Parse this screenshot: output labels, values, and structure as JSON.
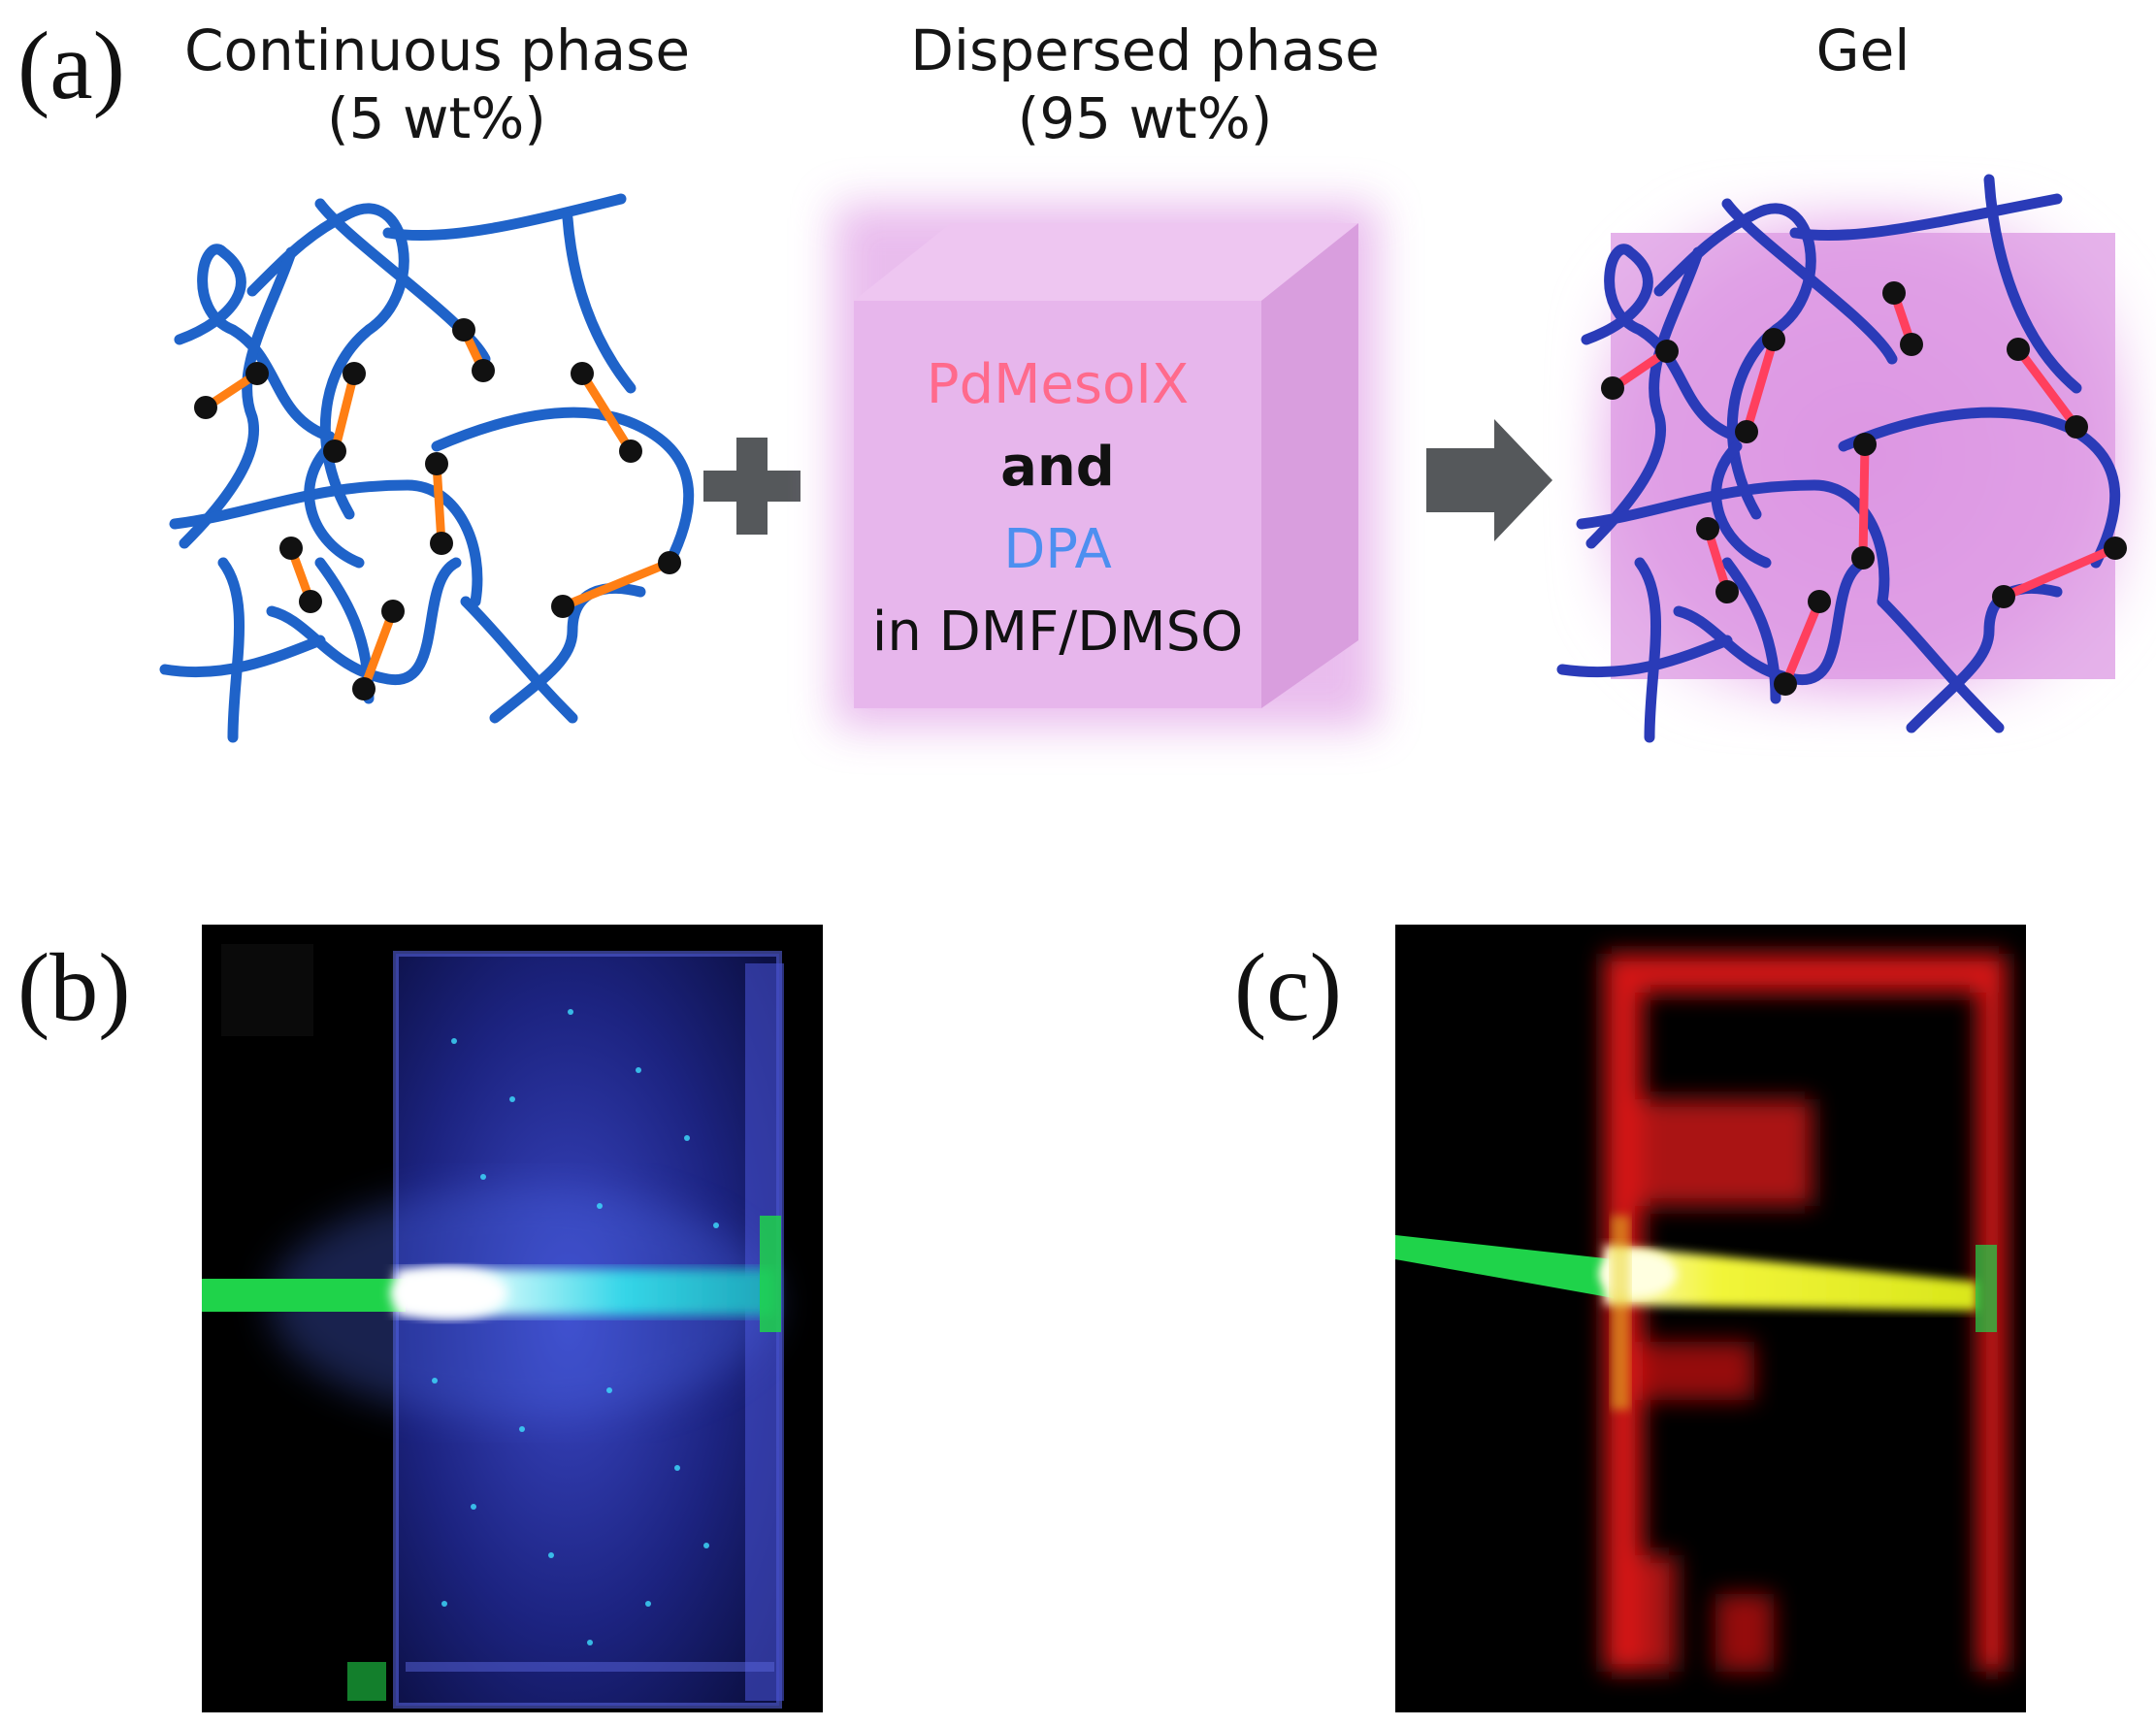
{
  "panel_a": {
    "label": "(a)",
    "continuous": {
      "title": "Continuous phase",
      "amount": "(5 wt%)"
    },
    "dispersed": {
      "title": "Dispersed phase",
      "amount": "(95 wt%)",
      "line1": "PdMesoIX",
      "line2": "and",
      "line3": "DPA",
      "line4": "in DMF/DMSO"
    },
    "gel": {
      "title": "Gel"
    }
  },
  "panel_b": {
    "label": "(b)"
  },
  "panel_c": {
    "label": "(c)"
  },
  "colors": {
    "polymer_chain": "#1f63c9",
    "gel_chain": "#2a3bb8",
    "crosslink_orange": "#ff7f14",
    "crosslink_red": "#ff3f5e",
    "cube_fill": "#e7b6ec",
    "pdmesoix_text": "#ff6a8c",
    "dpa_text": "#4d8ff0",
    "arrow_gray": "#55585b",
    "laser_green": "#1fd34a",
    "blue_glow": "#39e6ff",
    "yellow_glow": "#e6f02a",
    "red_emission": "#e01414"
  }
}
